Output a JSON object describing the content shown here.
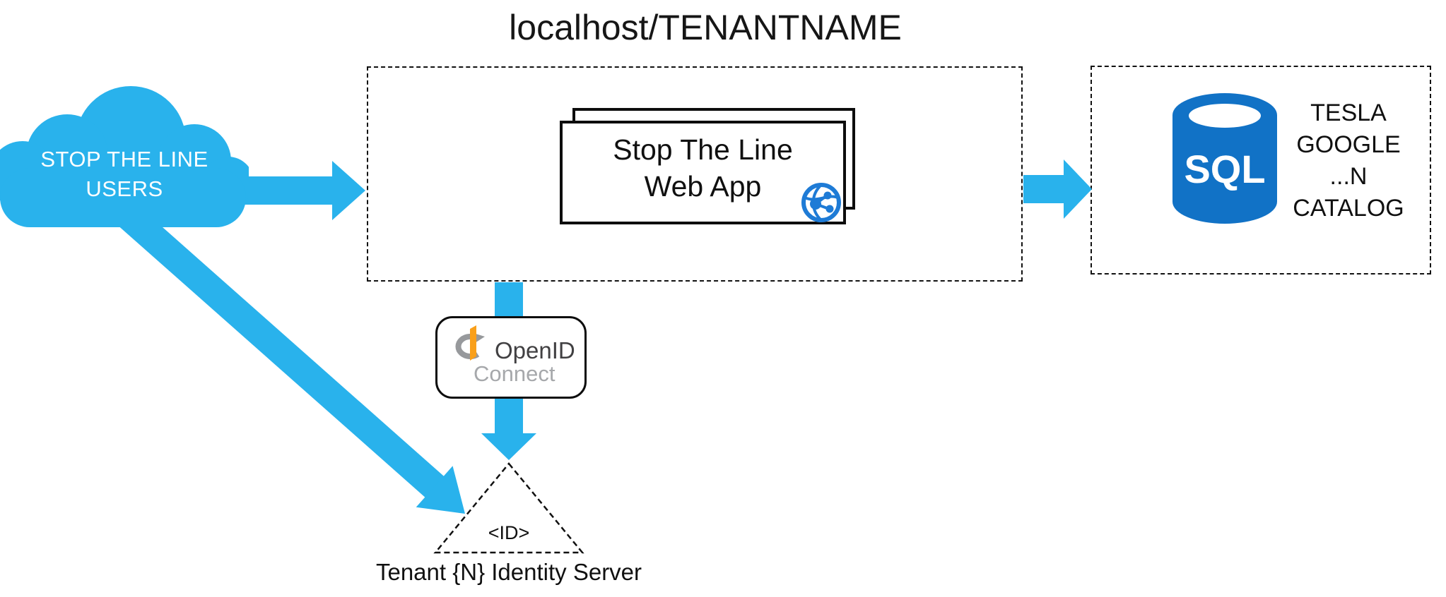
{
  "title": "localhost/TENANTNAME",
  "cloud": {
    "label_line1": "STOP THE LINE",
    "label_line2": "USERS"
  },
  "web_app": {
    "label_line1": "Stop The Line",
    "label_line2": "Web App",
    "icon": "globe-network-icon"
  },
  "database": {
    "icon_label": "SQL",
    "lines": [
      "TESLA",
      "GOOGLE",
      "...N",
      "CATALOG"
    ]
  },
  "openid": {
    "name": "OpenID",
    "sub": "Connect"
  },
  "identity": {
    "triangle_label": "<ID>",
    "caption": "Tenant {N} Identity Server"
  },
  "colors": {
    "flow_blue": "#29B2EC",
    "sql_blue": "#1172C6",
    "globe_blue": "#1E7BD6",
    "openid_orange": "#F9A01B",
    "openid_gray": "#97999C",
    "openid_text_dark": "#414042",
    "openid_text_light": "#A6A8AB"
  }
}
